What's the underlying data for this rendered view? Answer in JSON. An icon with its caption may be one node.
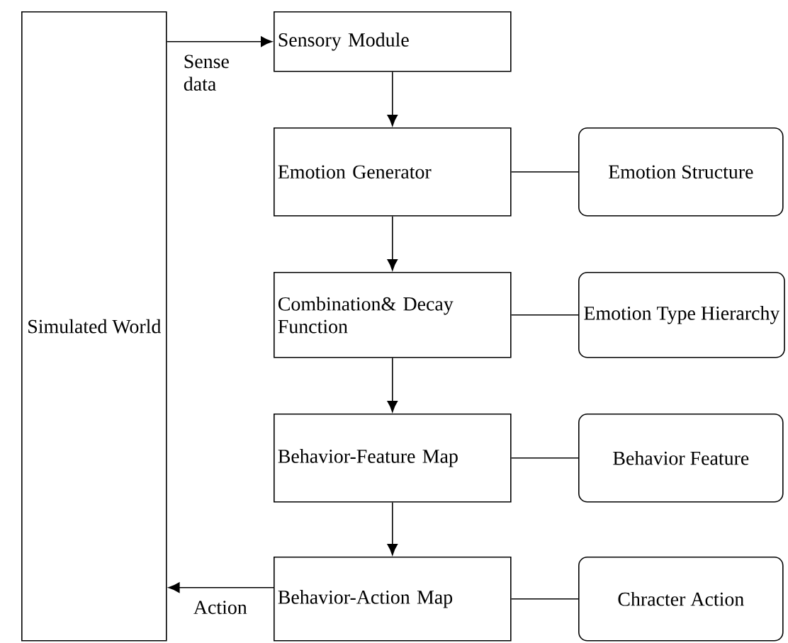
{
  "diagram": {
    "nodes": [
      {
        "text": [
          "Simulated World"
        ]
      },
      {
        "text": [
          "Sensory Module"
        ]
      },
      {
        "text": [
          "Emotion Generator"
        ]
      },
      {
        "text": [
          "Combination& Decay Function"
        ]
      },
      {
        "text": [
          "Behavior-Feature Map"
        ]
      },
      {
        "text": [
          "Behavior-Action Map"
        ]
      },
      {
        "text": [
          "Emotion Structure"
        ]
      },
      {
        "text": [
          "Emotion Type Hierarchy"
        ]
      },
      {
        "text": [
          "Behavior Feature"
        ]
      },
      {
        "text": [
          "Chracter Action"
        ]
      }
    ],
    "edges": [
      {
        "from": 0,
        "to": 1,
        "arrow": "to",
        "label": "Sense data"
      },
      {
        "from": 1,
        "to": 2,
        "arrow": "to"
      },
      {
        "from": 2,
        "to": 3,
        "arrow": "to"
      },
      {
        "from": 3,
        "to": 4,
        "arrow": "to"
      },
      {
        "from": 4,
        "to": 5,
        "arrow": "to"
      },
      {
        "from": 2,
        "to": 6,
        "arrow": "none"
      },
      {
        "from": 3,
        "to": 7,
        "arrow": "none"
      },
      {
        "from": 4,
        "to": 8,
        "arrow": "none"
      },
      {
        "from": 5,
        "to": 9,
        "arrow": "none"
      },
      {
        "from": 5,
        "to": 0,
        "arrow": "to",
        "label": "Action"
      }
    ]
  }
}
